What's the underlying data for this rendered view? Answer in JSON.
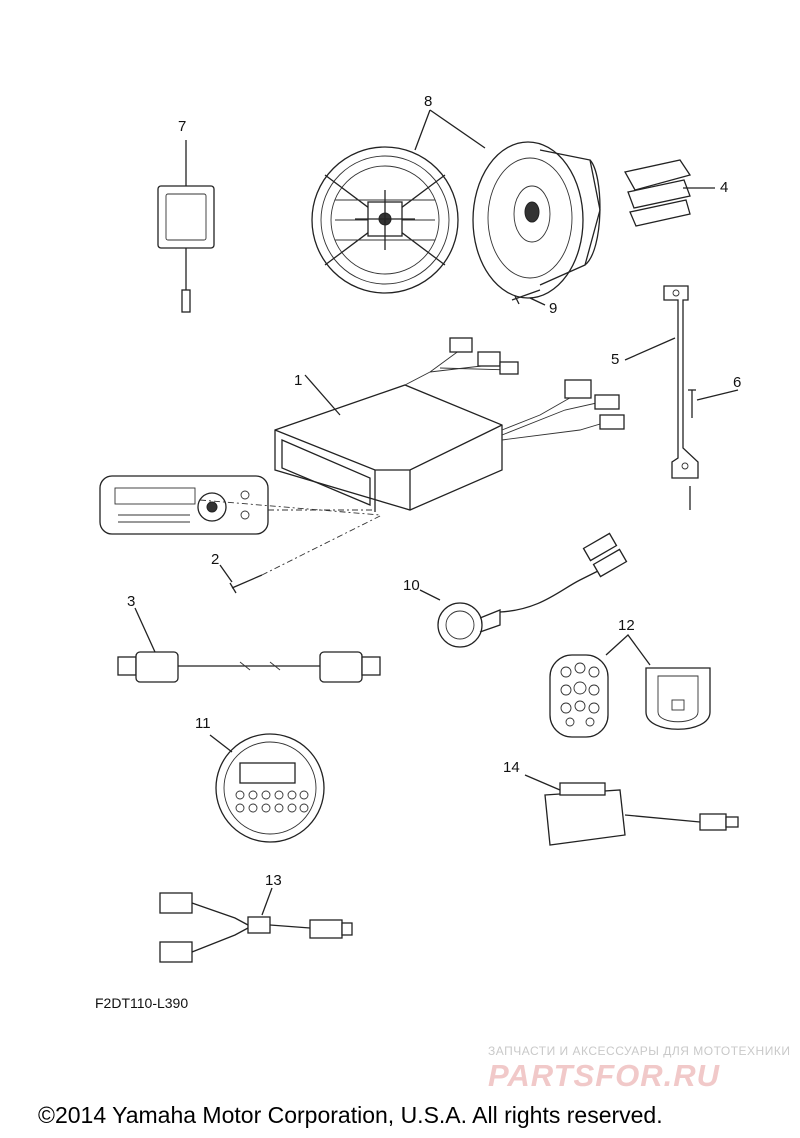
{
  "callouts": [
    {
      "id": "1",
      "text": "1"
    },
    {
      "id": "2",
      "text": "2"
    },
    {
      "id": "3",
      "text": "3"
    },
    {
      "id": "4",
      "text": "4"
    },
    {
      "id": "5",
      "text": "5"
    },
    {
      "id": "6",
      "text": "6"
    },
    {
      "id": "7",
      "text": "7"
    },
    {
      "id": "8",
      "text": "8"
    },
    {
      "id": "9",
      "text": "9"
    },
    {
      "id": "10",
      "text": "10"
    },
    {
      "id": "11",
      "text": "11"
    },
    {
      "id": "12",
      "text": "12"
    },
    {
      "id": "13",
      "text": "13"
    },
    {
      "id": "14",
      "text": "14"
    }
  ],
  "diagram_code": "F2DT110-L390",
  "watermark": {
    "tagline": "ЗАПЧАСТИ И АКСЕССУАРЫ ДЛЯ МОТОТЕХНИКИ",
    "logo": "PARTSFOR.RU"
  },
  "copyright": "©2014 Yamaha Motor Corporation, U.S.A. All rights reserved."
}
